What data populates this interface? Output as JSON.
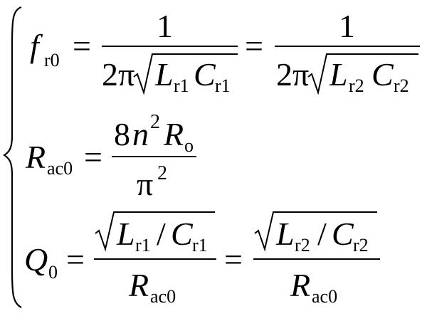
{
  "system": {
    "eq1": {
      "lhs_symbol": "f",
      "lhs_sub": "r0",
      "equals": "=",
      "frac1": {
        "numerator": "1",
        "coeff": "2π",
        "L": "L",
        "L_sub": "r1",
        "C": "C",
        "C_sub": "r1"
      },
      "frac2": {
        "numerator": "1",
        "coeff": "2π",
        "L": "L",
        "L_sub": "r2",
        "C": "C",
        "C_sub": "r2"
      }
    },
    "eq2": {
      "lhs_symbol": "R",
      "lhs_sub": "ac0",
      "equals": "=",
      "num_coeff": "8",
      "num_n": "n",
      "num_exp": "2",
      "num_R": "R",
      "num_R_sub": "o",
      "den": "π",
      "den_exp": "2"
    },
    "eq3": {
      "lhs_symbol": "Q",
      "lhs_sub": "0",
      "equals": "=",
      "frac1": {
        "L": "L",
        "L_sub": "r1",
        "slash": "/",
        "C": "C",
        "C_sub": "r1",
        "den_R": "R",
        "den_R_sub": "ac0"
      },
      "frac2": {
        "L": "L",
        "L_sub": "r2",
        "slash": "/",
        "C": "C",
        "C_sub": "r2",
        "den_R": "R",
        "den_R_sub": "ac0"
      }
    }
  }
}
